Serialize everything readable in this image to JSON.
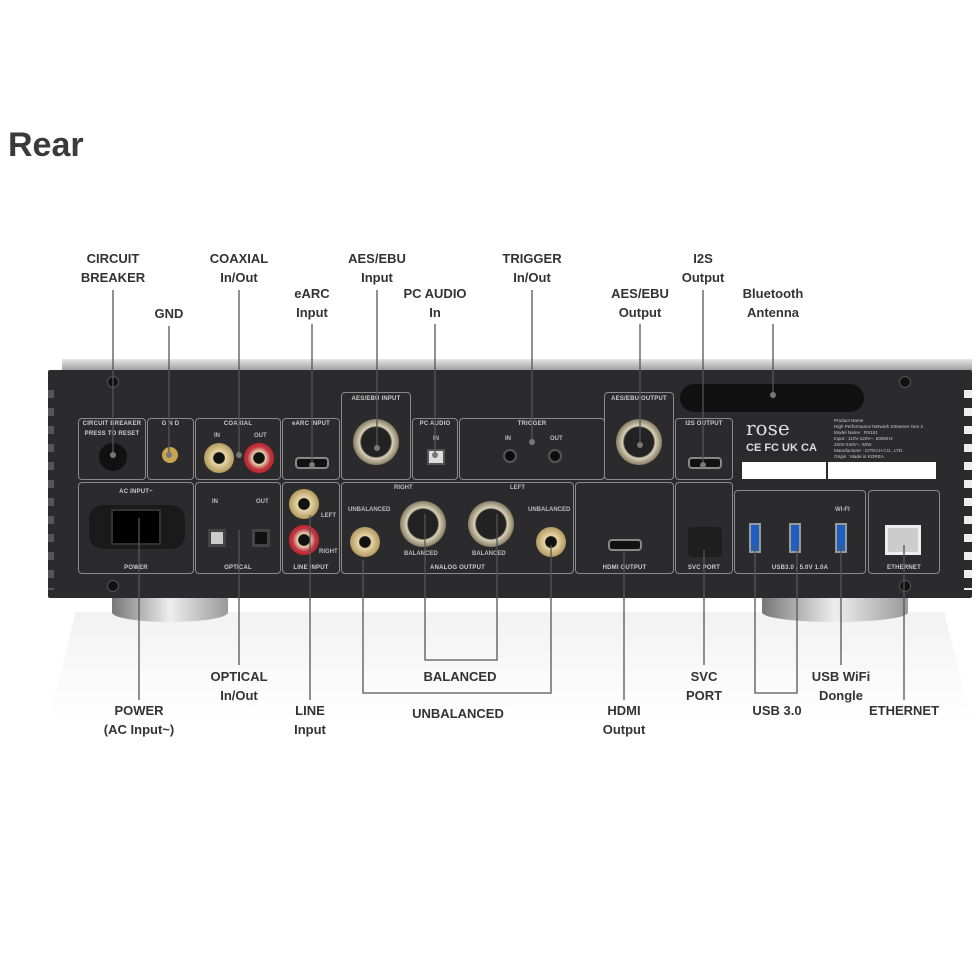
{
  "title": "Rear",
  "callouts_top": [
    {
      "l1": "CIRCUIT",
      "l2": "BREAKER"
    },
    {
      "l1": "GND",
      "l2": ""
    },
    {
      "l1": "COAXIAL",
      "l2": "In/Out"
    },
    {
      "l1": "eARC",
      "l2": "Input"
    },
    {
      "l1": "AES/EBU",
      "l2": "Input"
    },
    {
      "l1": "PC AUDIO",
      "l2": "In"
    },
    {
      "l1": "TRIGGER",
      "l2": "In/Out"
    },
    {
      "l1": "AES/EBU",
      "l2": "Output"
    },
    {
      "l1": "I2S",
      "l2": "Output"
    },
    {
      "l1": "Bluetooth",
      "l2": "Antenna"
    }
  ],
  "callouts_bottom": [
    {
      "l1": "POWER",
      "l2": "(AC Input~)"
    },
    {
      "l1": "OPTICAL",
      "l2": "In/Out"
    },
    {
      "l1": "LINE",
      "l2": "Input"
    },
    {
      "l1": "BALANCED",
      "l2": ""
    },
    {
      "l1": "UNBALANCED",
      "l2": ""
    },
    {
      "l1": "HDMI",
      "l2": "Output"
    },
    {
      "l1": "SVC",
      "l2": "PORT"
    },
    {
      "l1": "USB 3.0",
      "l2": ""
    },
    {
      "l1": "USB WiFi",
      "l2": "Dongle"
    },
    {
      "l1": "ETHERNET",
      "l2": ""
    }
  ],
  "panel": {
    "circuit_breaker": "CIRCUIT BREAKER",
    "press_reset": "PRESS TO RESET",
    "gnd": "G N D",
    "coaxial": "COAXIAL",
    "in": "IN",
    "out": "OUT",
    "earc": "eARC INPUT",
    "aes_in": "AES/EBU INPUT",
    "pc_audio": "PC AUDIO",
    "trigger": "TRIGGER",
    "aes_out": "AES/EBU OUTPUT",
    "i2s": "I2S OUTPUT",
    "ac_input": "AC INPUT~",
    "power": "POWER",
    "optical": "OPTICAL",
    "line_input": "LINE INPUT",
    "left": "LEFT",
    "right": "RIGHT",
    "unbalanced": "UNBALANCED",
    "balanced": "BALANCED",
    "analog_output": "ANALOG OUTPUT",
    "hdmi_output": "HDMI OUTPUT",
    "svc_port": "SVC PORT",
    "usb": "USB3.0  /  5.0V 1.0A",
    "wifi": "WI-FI",
    "ethernet": "ETHERNET",
    "brand": "rose",
    "certs": "CE FC UK CA",
    "product_info": [
      "Product Name",
      "High Performance Network Streamer Gen 2",
      "Model Name : RS151",
      "Input : 110V-120V~, 50/60Hz",
      "220V-240V~, 50W",
      "Manufacturer : CITECH CO., LTD.",
      "Origin : Made in KOREA"
    ]
  }
}
